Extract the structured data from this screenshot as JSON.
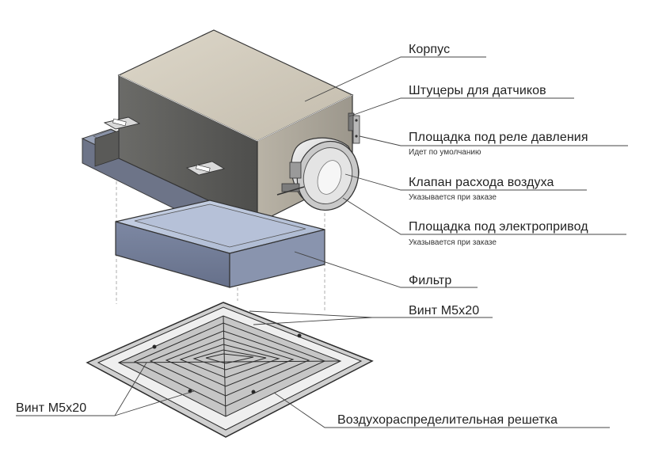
{
  "labels": {
    "housing": "Корпус",
    "sensor_fittings": "Штуцеры для датчиков",
    "pressure_relay_pad": "Площадка под реле давления",
    "pressure_relay_note": "Идет по умолчанию",
    "air_valve": "Клапан расхода воздуха",
    "air_valve_note": "Указывается при заказе",
    "actuator_pad": "Площадка под электропривод",
    "actuator_note": "Указывается при заказе",
    "filter": "Фильтр",
    "screw_right": "Винт М5х20",
    "screw_left": "Винт М5х20",
    "grille": "Воздухораспределительная решетка"
  }
}
